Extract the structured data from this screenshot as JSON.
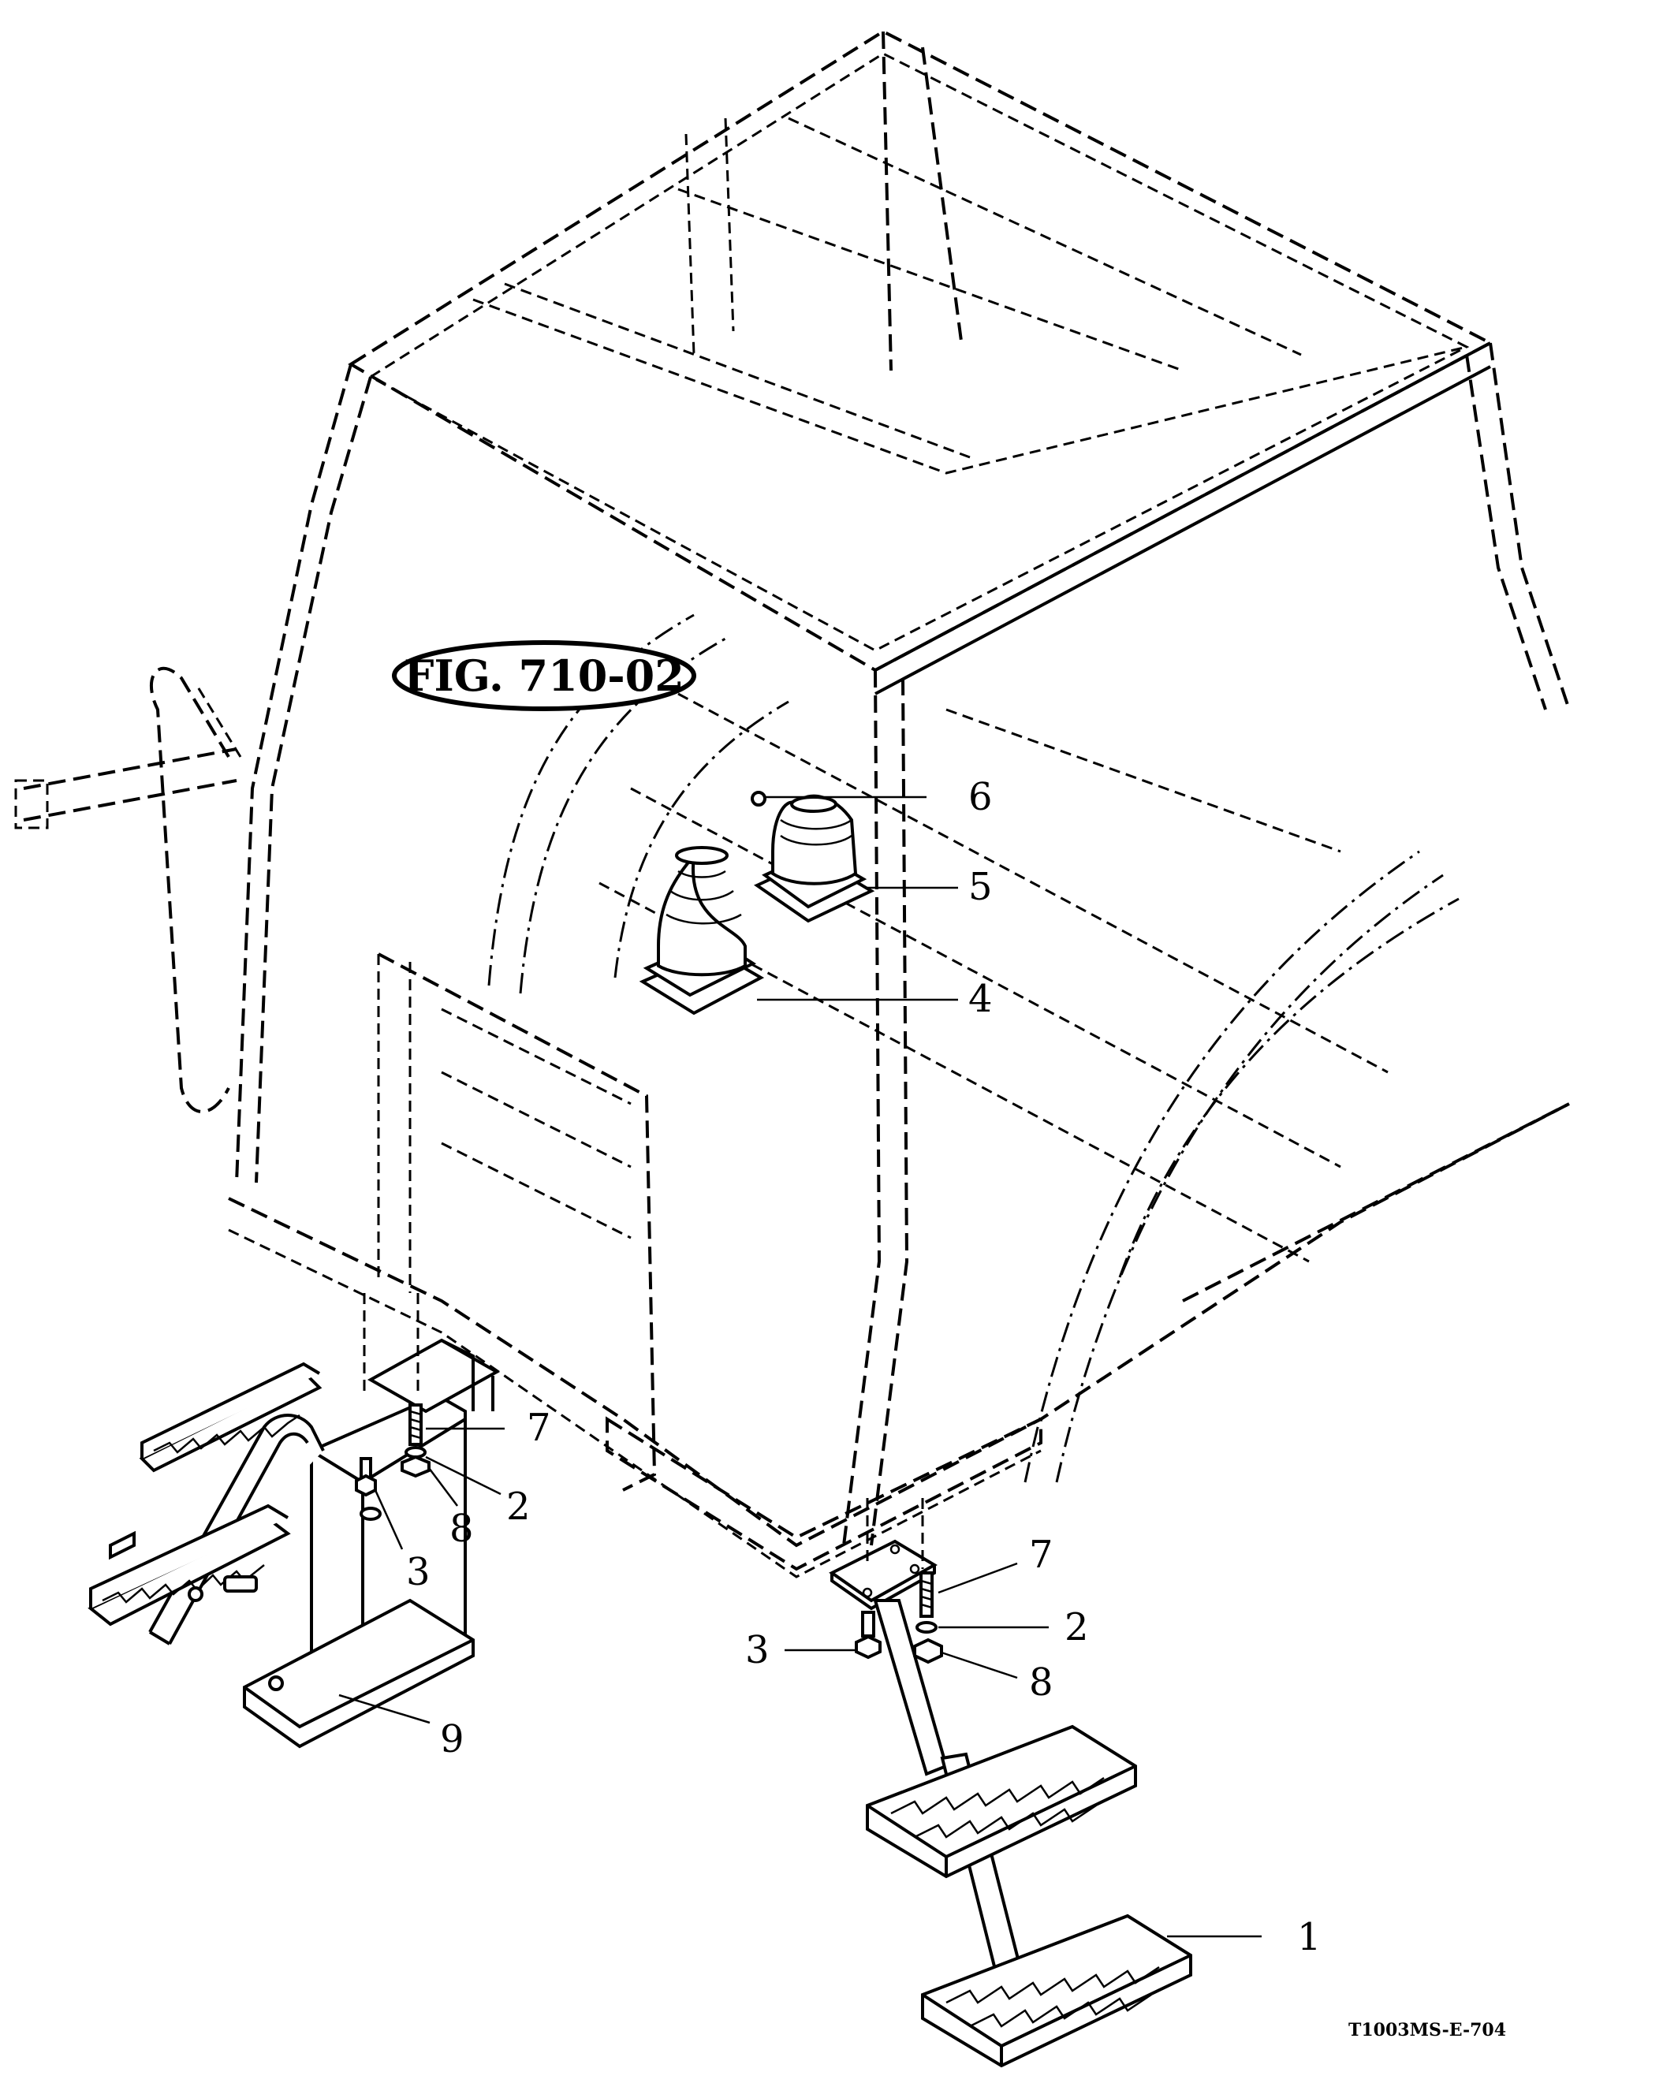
{
  "figure_ref": "FIG. 710-02",
  "drawing_code": "T1003MS-E-704",
  "callouts": [
    {
      "id": "c1",
      "label": "1"
    },
    {
      "id": "c2a",
      "label": "2"
    },
    {
      "id": "c2b",
      "label": "2"
    },
    {
      "id": "c3a",
      "label": "3"
    },
    {
      "id": "c3b",
      "label": "3"
    },
    {
      "id": "c4",
      "label": "4"
    },
    {
      "id": "c5",
      "label": "5"
    },
    {
      "id": "c6",
      "label": "6"
    },
    {
      "id": "c7a",
      "label": "7"
    },
    {
      "id": "c7b",
      "label": "7"
    },
    {
      "id": "c8a",
      "label": "8"
    },
    {
      "id": "c8b",
      "label": "8"
    },
    {
      "id": "c9",
      "label": "9"
    }
  ]
}
